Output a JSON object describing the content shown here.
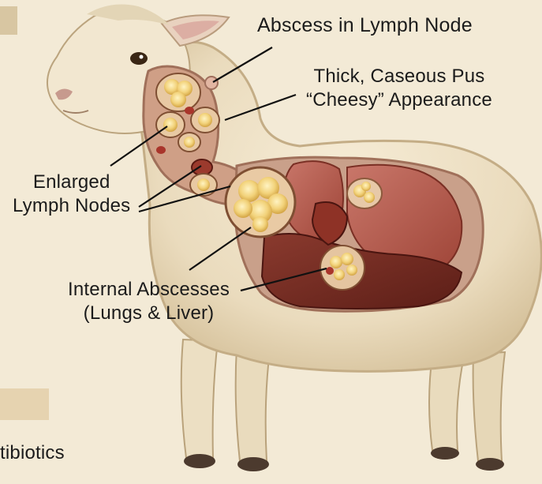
{
  "labels": {
    "abscess_lymph_node": "Abscess in Lymph Node",
    "pus_line1": "Thick, Caseous Pus",
    "pus_line2": "“Cheesy” Appearance",
    "enlarged_line1": "Enlarged",
    "enlarged_line2": "Lymph Nodes",
    "internal_line1": "Internal Abscesses",
    "internal_line2": "(Lungs & Liver)",
    "edge_fragment": "tibiotics"
  },
  "colors": {
    "background": "#f3ead6",
    "wool": "#efe3c9",
    "wool_shadow": "#d7c5a1",
    "cavity_flesh": "#c9a08a",
    "lung": "#b45a4d",
    "liver": "#7c2f25",
    "pus": "#f4d784",
    "pus_shadow": "#d9ad4a",
    "leader_line": "#111111",
    "hoof": "#4c3a2e"
  }
}
